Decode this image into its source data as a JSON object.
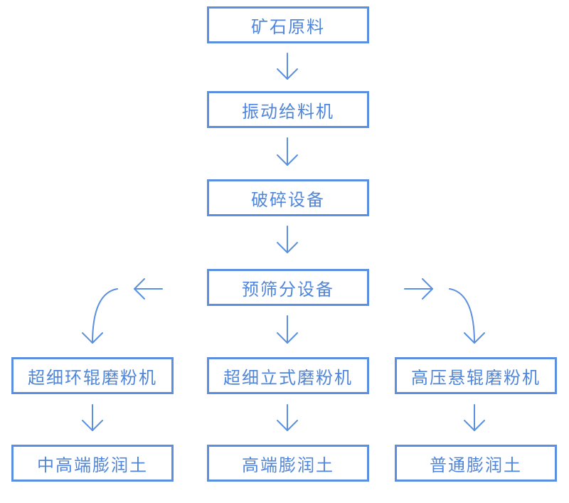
{
  "colors": {
    "stroke": "#5b8fe0",
    "text": "#4f86db"
  },
  "nodes": {
    "ore": "矿石原料",
    "feeder": "振动给料机",
    "crusher": "破碎设备",
    "screen": "预筛分设备",
    "left_mill": "超细环辊磨粉机",
    "center_mill": "超细立式磨粉机",
    "right_mill": "高压悬辊磨粉机",
    "left_product": "中高端膨润土",
    "center_product": "高端膨润土",
    "right_product": "普通膨润土"
  }
}
